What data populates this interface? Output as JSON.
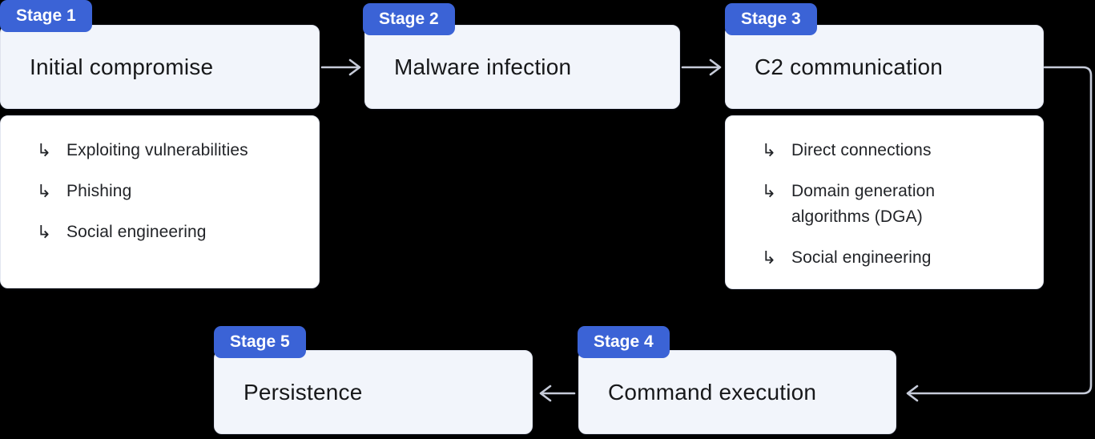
{
  "colors": {
    "badge_bg": "#3b63d6",
    "badge_text": "#ffffff",
    "card_bg": "#f2f5fb",
    "card_border": "#dfe3ee",
    "list_bg": "#ffffff",
    "list_border": "#e3e7f0",
    "arrow_color": "#c6cbd9",
    "title_text": "#17181a",
    "item_text": "#222428",
    "page_bg": "#000000"
  },
  "icons": {
    "branch_icon": "↳",
    "arrow_right_icon": "→",
    "arrow_left_icon": "←"
  },
  "stages": [
    {
      "badge": "Stage 1",
      "title": "Initial compromise",
      "items": [
        "Exploiting vulnerabilities",
        "Phishing",
        "Social engineering"
      ]
    },
    {
      "badge": "Stage 2",
      "title": "Malware infection",
      "items": []
    },
    {
      "badge": "Stage 3",
      "title": "C2 communication",
      "items": [
        "Direct connections",
        "Domain generation algorithms (DGA)",
        "Social engineering"
      ]
    },
    {
      "badge": "Stage 4",
      "title": "Command execution",
      "items": []
    },
    {
      "badge": "Stage 5",
      "title": "Persistence",
      "items": []
    }
  ]
}
